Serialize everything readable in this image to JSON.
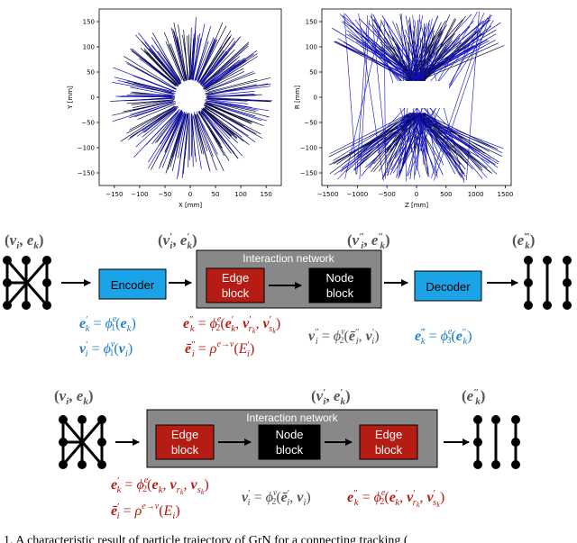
{
  "colors": {
    "blue": "#1f7fc6",
    "red": "#b41c14",
    "gray": "#555555",
    "box_blue": "#1aa3e6",
    "box_red": "#b41c14",
    "net_gray": "#888888",
    "track_dark": "#0a0a3a",
    "track_blue": "#1010c8"
  },
  "chart_data": [
    {
      "type": "scatter",
      "xlabel": "X [mm]",
      "ylabel": "Y [mm]",
      "xlim": [
        -180,
        180
      ],
      "ylim": [
        -175,
        175
      ],
      "xticks": [
        "−150",
        "−100",
        "−50",
        "0",
        "50",
        "100",
        "150"
      ],
      "yticks": [
        "150",
        "100",
        "50",
        "0",
        "−50",
        "−100",
        "−150"
      ]
    },
    {
      "type": "scatter",
      "xlabel": "Z [mm]",
      "ylabel": "R [mm]",
      "xlim": [
        -1600,
        1600
      ],
      "ylim": [
        -175,
        175
      ],
      "xticks": [
        "−1500",
        "−1000",
        "−500",
        "0",
        "500",
        "1000",
        "1500"
      ],
      "yticks": [
        "150",
        "100",
        "50",
        "0",
        "−50",
        "−100",
        "−150"
      ]
    }
  ],
  "diagram1": {
    "labels": {
      "input": "(v_i, e_k)",
      "after_enc": "(v'_i, e'_k)",
      "after_net": "(v''_i, e''_k)",
      "output": "(e'''_k)"
    },
    "encoder": "Encoder",
    "network_title": "Interaction network",
    "edge_block": [
      "Edge",
      "block"
    ],
    "node_block": [
      "Node",
      "block"
    ],
    "decoder": "Decoder",
    "eqs": {
      "enc_e": "e'_k = φ^e_1(e_k)",
      "enc_v": "v'_i = φ^v_1(v_i)",
      "edge_upd": "e''_k = φ^e_2(e'_k, v'_rk, v'_sk)",
      "agg": "ē''_i = ρ^{e→v}(E'_i)",
      "node_upd": "v''_i = φ^v_2(ē''_i, v'_i)",
      "dec": "e'''_k = φ^e_3(e''_k)"
    }
  },
  "diagram2": {
    "labels": {
      "input": "(v_i, e_k)",
      "mid": "(v'_i, e'_k)",
      "output": "(e''_k)"
    },
    "network_title": "Interaction network",
    "edge_block": [
      "Edge",
      "block"
    ],
    "node_block": [
      "Node",
      "block"
    ],
    "edge_block2": [
      "Edge",
      "block"
    ],
    "eqs": {
      "edge_upd": "e'_k = φ^e_2(e_k, v_rk, v_sk)",
      "agg": "ē'_i = ρ^{e→v}(E_i)",
      "node_upd": "v'_i = φ^v_2(ē'_i, v_i)",
      "edge_upd2": "e''_k = φ^e_2(e'_k, v'_rk, v'_sk)"
    }
  },
  "caption": "1.  A characteristic result of particle trajectory of GrN for a connecting tracking ("
}
